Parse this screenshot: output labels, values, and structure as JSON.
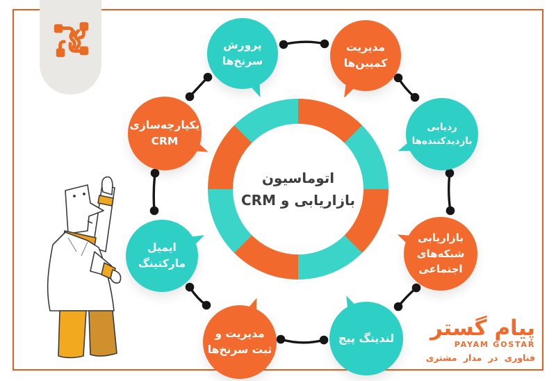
{
  "page": {
    "background": "#ffffff",
    "frame_color": "#e2601c"
  },
  "icons": {
    "badge_logo": "payamgostar-network-icon",
    "badge_background": "#e9e8e5",
    "logo_color": "#e96b24"
  },
  "diagram": {
    "center": {
      "text": "اتوماسیون\nبازاریابی و CRM"
    },
    "ring": {
      "segments": 8,
      "colors": [
        "#f2692d",
        "#3bd4c9"
      ]
    },
    "colors": {
      "orange": "#f26a2d",
      "teal": "#2ed0c5",
      "connector": "#161616",
      "center_text": "#3d3d3d"
    },
    "bubbles": [
      {
        "id": "lead-nurturing",
        "text": "پرورش\nسرنخ‌ها",
        "color": "#2ed0c5"
      },
      {
        "id": "campaign-management",
        "text": "مدیریت\nکمپین‌ها",
        "color": "#f26a2d"
      },
      {
        "id": "visitor-tracking",
        "text": "ردیابی\nبازدیدکننده‌ها",
        "color": "#2ed0c5"
      },
      {
        "id": "social-media-marketing",
        "text": "بازاریابی\nشبکه‌های\nاجتماعی",
        "color": "#f26a2d"
      },
      {
        "id": "landing-page",
        "text": "لندینگ پیج",
        "color": "#2ed0c5"
      },
      {
        "id": "lead-capture",
        "text": "مدیریت و\nثبت سرنخ‌ها",
        "color": "#f26a2d"
      },
      {
        "id": "email-marketing",
        "text": "ایمیل\nمارکتینگ",
        "color": "#2ed0c5"
      },
      {
        "id": "crm-integration",
        "text": "یکپارچه‌سازی\nCRM",
        "color": "#f26a2d"
      }
    ]
  },
  "footer_logo": {
    "name_fa": "پیام گستر",
    "name_en": "PAYAM GOSTAR",
    "tagline": "فناوری در مدار مشتری"
  }
}
